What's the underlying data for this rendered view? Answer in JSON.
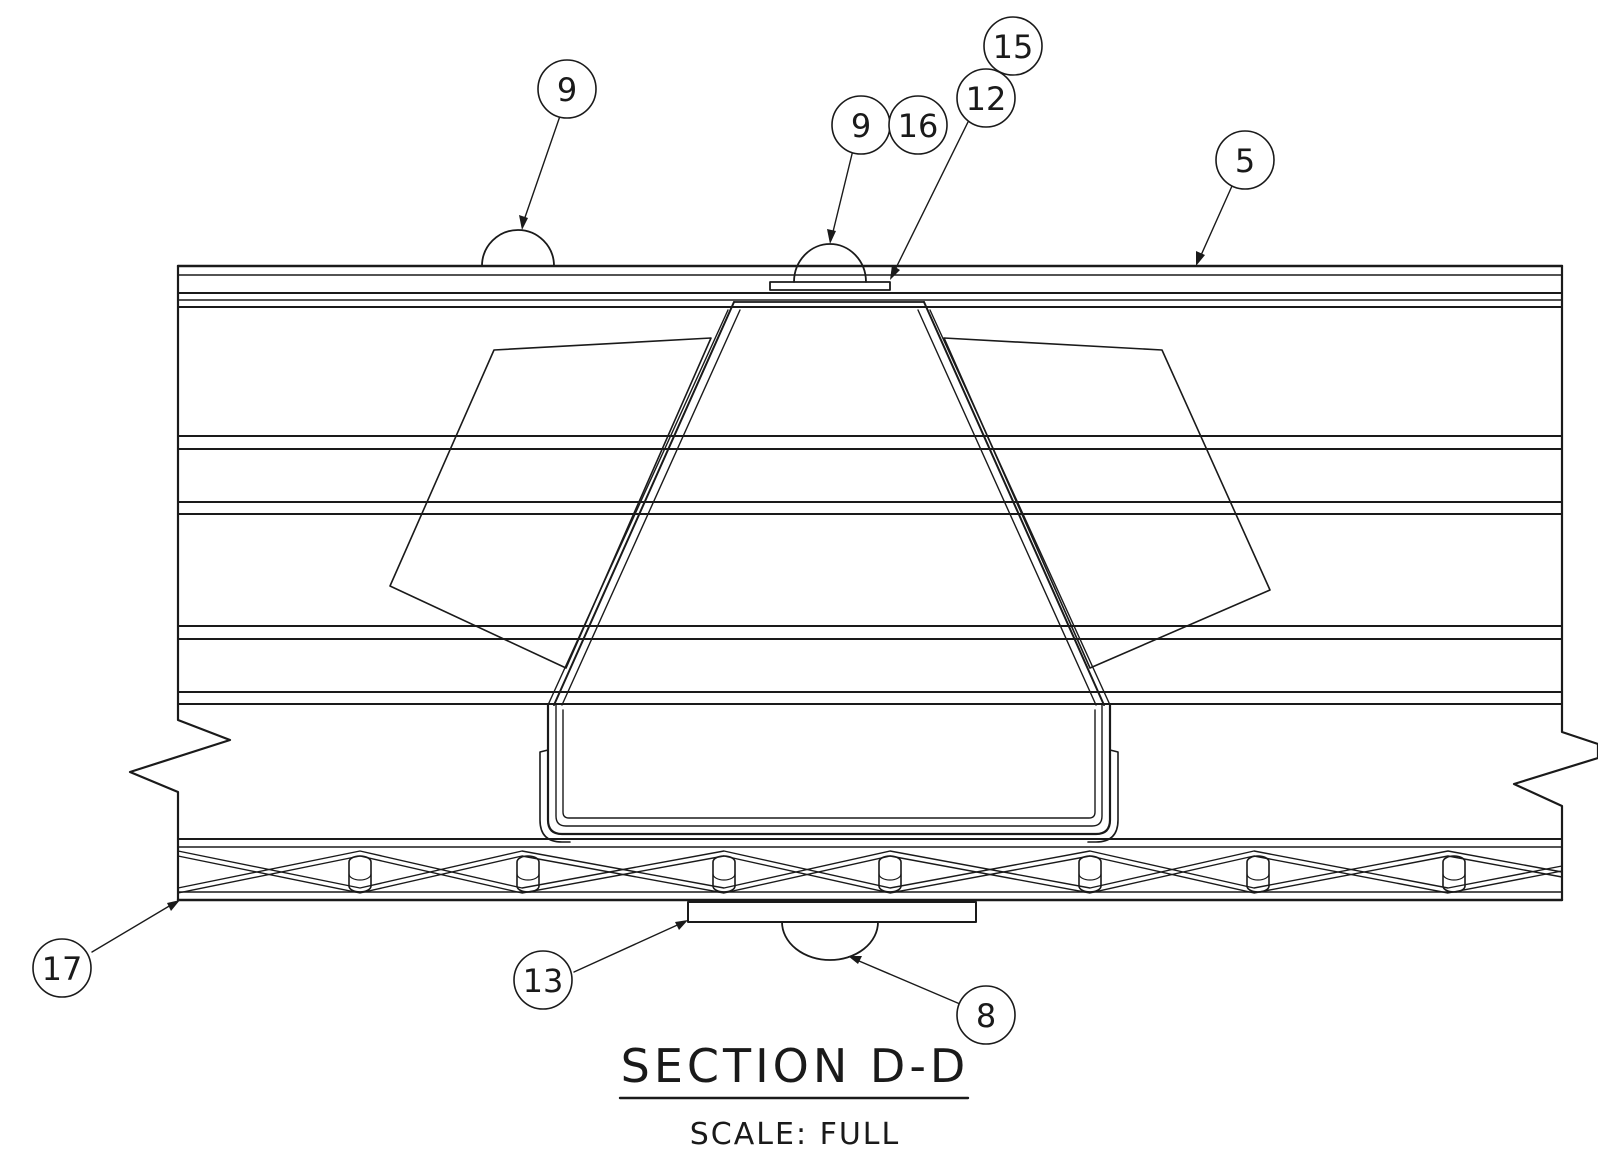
{
  "section_title": "SECTION D-D",
  "scale_label": "SCALE: FULL",
  "callouts": {
    "c5": "5",
    "c8": "8",
    "c9_left": "9",
    "c9_center": "9",
    "c12": "12",
    "c13": "13",
    "c15": "15",
    "c16": "16",
    "c17": "17"
  }
}
